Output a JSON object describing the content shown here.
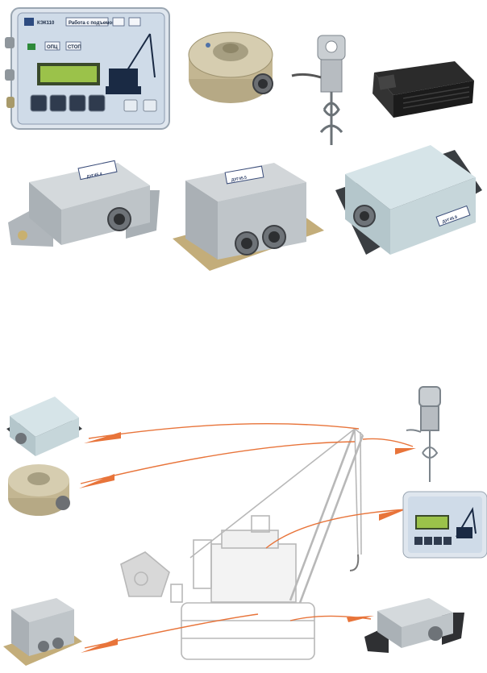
{
  "controller": {
    "model": "КЭК110",
    "mode": "Работа с подъемом",
    "button_a": "ОПЦ",
    "button_b": "СТОП"
  },
  "sensor_labels": {
    "inclinometer_a": "ДУГ45.4",
    "inclinometer_b": "ДУГ45.5",
    "box_sensor": "ДУГ45.9"
  },
  "colors": {
    "connector_lines": "#e8743a",
    "housing_grey": "#b9c0c4",
    "housing_blue": "#c8d9dd",
    "crane_outline": "#b5b5b5"
  }
}
